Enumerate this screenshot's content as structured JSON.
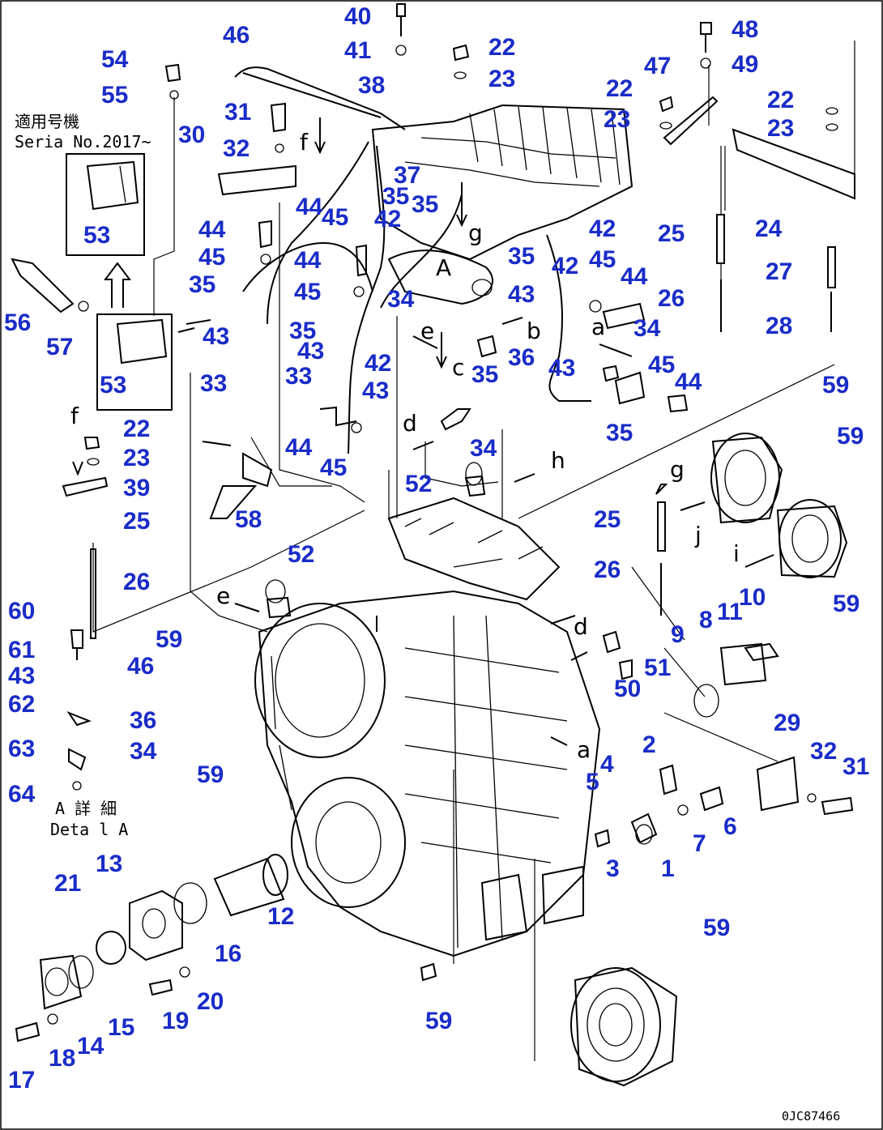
{
  "diagram": {
    "drawing_code": "0JC87466",
    "notes": {
      "serial_jp": "適用号機",
      "serial_en": "Seria  No.2017~",
      "detail_jp": "A 詳 細",
      "detail_en": "Deta l A"
    },
    "view_letters": {
      "a": "a",
      "b": "b",
      "c": "c",
      "d": "d",
      "e": "e",
      "f": "f",
      "g": "g",
      "h": "h",
      "i": "i",
      "j": "j",
      "A": "A"
    },
    "callouts": [
      {
        "id": "c40",
        "label": "40"
      },
      {
        "id": "c41",
        "label": "41"
      },
      {
        "id": "c22a",
        "label": "22"
      },
      {
        "id": "c23a",
        "label": "23"
      },
      {
        "id": "c48",
        "label": "48"
      },
      {
        "id": "c49",
        "label": "49"
      },
      {
        "id": "c47",
        "label": "47"
      },
      {
        "id": "c22b",
        "label": "22"
      },
      {
        "id": "c23b",
        "label": "23"
      },
      {
        "id": "c22c",
        "label": "22"
      },
      {
        "id": "c23c",
        "label": "23"
      },
      {
        "id": "c54",
        "label": "54"
      },
      {
        "id": "c55",
        "label": "55"
      },
      {
        "id": "c46a",
        "label": "46"
      },
      {
        "id": "c38",
        "label": "38"
      },
      {
        "id": "c31a",
        "label": "31"
      },
      {
        "id": "c30",
        "label": "30"
      },
      {
        "id": "c32a",
        "label": "32"
      },
      {
        "id": "c37",
        "label": "37"
      },
      {
        "id": "c35a",
        "label": "35"
      },
      {
        "id": "c35b",
        "label": "35"
      },
      {
        "id": "c42a",
        "label": "42"
      },
      {
        "id": "c44a",
        "label": "44"
      },
      {
        "id": "c45a",
        "label": "45"
      },
      {
        "id": "c24",
        "label": "24"
      },
      {
        "id": "c25a",
        "label": "25"
      },
      {
        "id": "c42b",
        "label": "42"
      },
      {
        "id": "c53a",
        "label": "53"
      },
      {
        "id": "c44b",
        "label": "44"
      },
      {
        "id": "c44c",
        "label": "44"
      },
      {
        "id": "c45b",
        "label": "45"
      },
      {
        "id": "c35c",
        "label": "35"
      },
      {
        "id": "c42c",
        "label": "42"
      },
      {
        "id": "c45c",
        "label": "45"
      },
      {
        "id": "c44d",
        "label": "44"
      },
      {
        "id": "c27",
        "label": "27"
      },
      {
        "id": "c45d",
        "label": "45"
      },
      {
        "id": "c35d",
        "label": "35"
      },
      {
        "id": "c34a",
        "label": "34"
      },
      {
        "id": "c43a",
        "label": "43"
      },
      {
        "id": "c26a",
        "label": "26"
      },
      {
        "id": "c56",
        "label": "56"
      },
      {
        "id": "c57",
        "label": "57"
      },
      {
        "id": "c43b",
        "label": "43"
      },
      {
        "id": "c35e",
        "label": "35"
      },
      {
        "id": "c34b",
        "label": "34"
      },
      {
        "id": "c28",
        "label": "28"
      },
      {
        "id": "c43c",
        "label": "43"
      },
      {
        "id": "c42d",
        "label": "42"
      },
      {
        "id": "c36a",
        "label": "36"
      },
      {
        "id": "c53b",
        "label": "53"
      },
      {
        "id": "c33a",
        "label": "33"
      },
      {
        "id": "c33b",
        "label": "33"
      },
      {
        "id": "c35f",
        "label": "35"
      },
      {
        "id": "c43d",
        "label": "43"
      },
      {
        "id": "c45e",
        "label": "45"
      },
      {
        "id": "c43e",
        "label": "43"
      },
      {
        "id": "c44e",
        "label": "44"
      },
      {
        "id": "c59a",
        "label": "59"
      },
      {
        "id": "c22d",
        "label": "22"
      },
      {
        "id": "c35g",
        "label": "35"
      },
      {
        "id": "c34c",
        "label": "34"
      },
      {
        "id": "c44f",
        "label": "44"
      },
      {
        "id": "c59b",
        "label": "59"
      },
      {
        "id": "c23d",
        "label": "23"
      },
      {
        "id": "c45f",
        "label": "45"
      },
      {
        "id": "c39",
        "label": "39"
      },
      {
        "id": "c52a",
        "label": "52"
      },
      {
        "id": "c25b",
        "label": "25"
      },
      {
        "id": "c58",
        "label": "58"
      },
      {
        "id": "c25c",
        "label": "25"
      },
      {
        "id": "c52b",
        "label": "52"
      },
      {
        "id": "c26b",
        "label": "26"
      },
      {
        "id": "c26c",
        "label": "26"
      },
      {
        "id": "c11",
        "label": "11"
      },
      {
        "id": "c10",
        "label": "10"
      },
      {
        "id": "c59c",
        "label": "59"
      },
      {
        "id": "c8",
        "label": "8"
      },
      {
        "id": "c60",
        "label": "60"
      },
      {
        "id": "c59d",
        "label": "59"
      },
      {
        "id": "c9",
        "label": "9"
      },
      {
        "id": "c61",
        "label": "61"
      },
      {
        "id": "c46b",
        "label": "46"
      },
      {
        "id": "c51",
        "label": "51"
      },
      {
        "id": "c43f",
        "label": "43"
      },
      {
        "id": "c50",
        "label": "50"
      },
      {
        "id": "c62",
        "label": "62"
      },
      {
        "id": "c36b",
        "label": "36"
      },
      {
        "id": "c29",
        "label": "29"
      },
      {
        "id": "c63",
        "label": "63"
      },
      {
        "id": "c34d",
        "label": "34"
      },
      {
        "id": "c2",
        "label": "2"
      },
      {
        "id": "c32b",
        "label": "32"
      },
      {
        "id": "c31b",
        "label": "31"
      },
      {
        "id": "c4",
        "label": "4"
      },
      {
        "id": "c5",
        "label": "5"
      },
      {
        "id": "c64",
        "label": "64"
      },
      {
        "id": "c59e",
        "label": "59"
      },
      {
        "id": "c6",
        "label": "6"
      },
      {
        "id": "c7",
        "label": "7"
      },
      {
        "id": "c1",
        "label": "1"
      },
      {
        "id": "c3",
        "label": "3"
      },
      {
        "id": "c13",
        "label": "13"
      },
      {
        "id": "c21",
        "label": "21"
      },
      {
        "id": "c12",
        "label": "12"
      },
      {
        "id": "c16",
        "label": "16"
      },
      {
        "id": "c59f",
        "label": "59"
      },
      {
        "id": "c20",
        "label": "20"
      },
      {
        "id": "c19",
        "label": "19"
      },
      {
        "id": "c15",
        "label": "15"
      },
      {
        "id": "c14",
        "label": "14"
      },
      {
        "id": "c18",
        "label": "18"
      },
      {
        "id": "c59g",
        "label": "59"
      },
      {
        "id": "c17",
        "label": "17"
      }
    ]
  }
}
